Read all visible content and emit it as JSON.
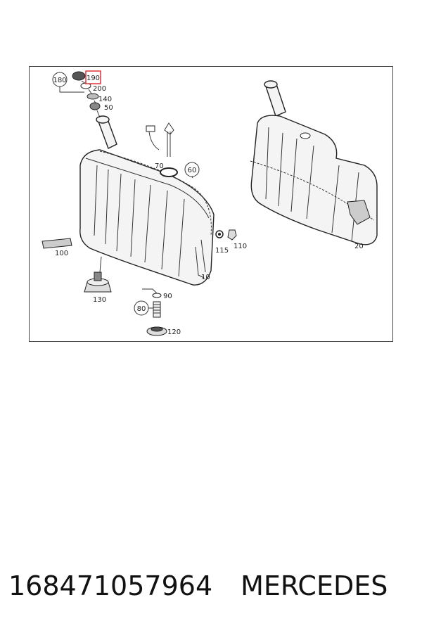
{
  "diagram": {
    "callouts": {
      "c180": "180",
      "c190": "190",
      "c200": "200",
      "c140": "140",
      "c50": "50",
      "c70": "70",
      "c60": "60",
      "c100": "100",
      "c115": "115",
      "c110": "110",
      "c10": "10",
      "c130": "130",
      "c90": "90",
      "c80": "80",
      "c120": "120",
      "c20": "20"
    },
    "highlight_color": "#e0303a"
  },
  "caption": {
    "part_number": "168471057964",
    "brand": "MERCEDES"
  }
}
